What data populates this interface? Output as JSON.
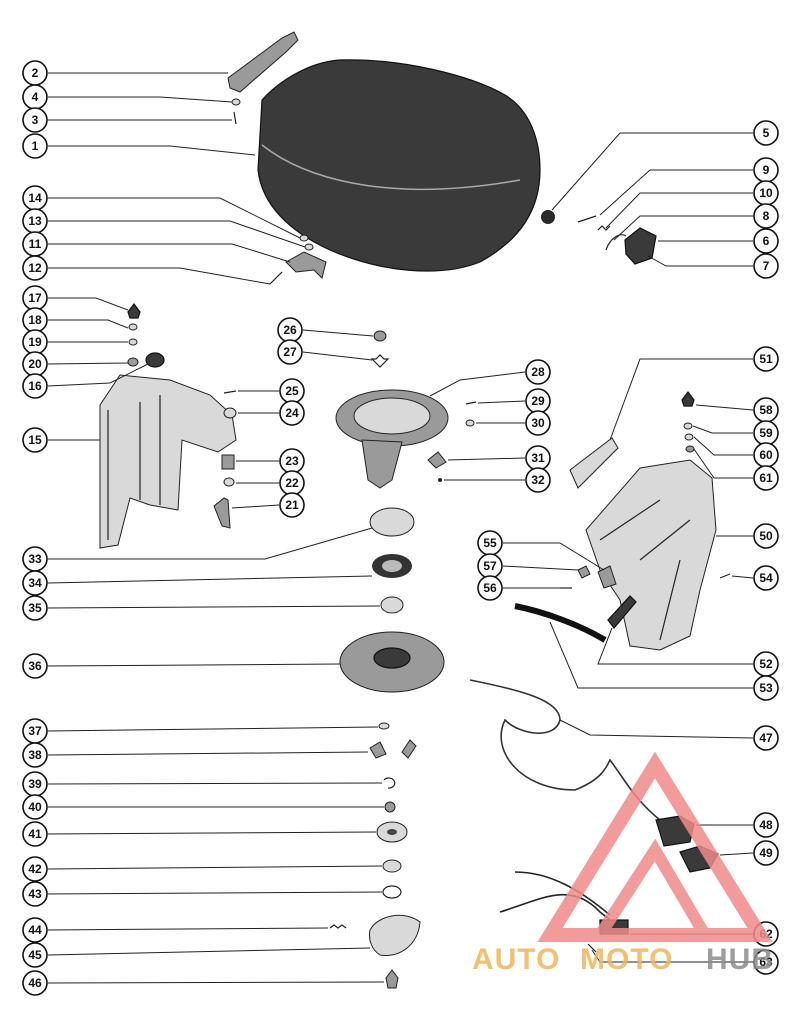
{
  "watermark": {
    "part1": "AUTO",
    "part2": "MOTO",
    "part3": "HUB",
    "color_orange": "#f2b45a",
    "color_gray": "#8c8c8c",
    "triangle_color": "#f08a8a"
  },
  "callouts": [
    {
      "label": "2"
    },
    {
      "label": "4"
    },
    {
      "label": "3"
    },
    {
      "label": "1"
    },
    {
      "label": "14"
    },
    {
      "label": "13"
    },
    {
      "label": "11"
    },
    {
      "label": "12"
    },
    {
      "label": "17"
    },
    {
      "label": "18"
    },
    {
      "label": "19"
    },
    {
      "label": "20"
    },
    {
      "label": "16"
    },
    {
      "label": "15"
    },
    {
      "label": "26"
    },
    {
      "label": "27"
    },
    {
      "label": "25"
    },
    {
      "label": "24"
    },
    {
      "label": "23"
    },
    {
      "label": "22"
    },
    {
      "label": "21"
    },
    {
      "label": "28"
    },
    {
      "label": "29"
    },
    {
      "label": "30"
    },
    {
      "label": "31"
    },
    {
      "label": "32"
    },
    {
      "label": "5"
    },
    {
      "label": "9"
    },
    {
      "label": "10"
    },
    {
      "label": "8"
    },
    {
      "label": "6"
    },
    {
      "label": "7"
    },
    {
      "label": "51"
    },
    {
      "label": "58"
    },
    {
      "label": "59"
    },
    {
      "label": "60"
    },
    {
      "label": "61"
    },
    {
      "label": "50"
    },
    {
      "label": "54"
    },
    {
      "label": "55"
    },
    {
      "label": "57"
    },
    {
      "label": "56"
    },
    {
      "label": "52"
    },
    {
      "label": "53"
    },
    {
      "label": "33"
    },
    {
      "label": "34"
    },
    {
      "label": "35"
    },
    {
      "label": "36"
    },
    {
      "label": "47"
    },
    {
      "label": "37"
    },
    {
      "label": "38"
    },
    {
      "label": "39"
    },
    {
      "label": "40"
    },
    {
      "label": "41"
    },
    {
      "label": "42"
    },
    {
      "label": "43"
    },
    {
      "label": "48"
    },
    {
      "label": "49"
    },
    {
      "label": "44"
    },
    {
      "label": "45"
    },
    {
      "label": "46"
    },
    {
      "label": "62"
    },
    {
      "label": "63"
    }
  ]
}
